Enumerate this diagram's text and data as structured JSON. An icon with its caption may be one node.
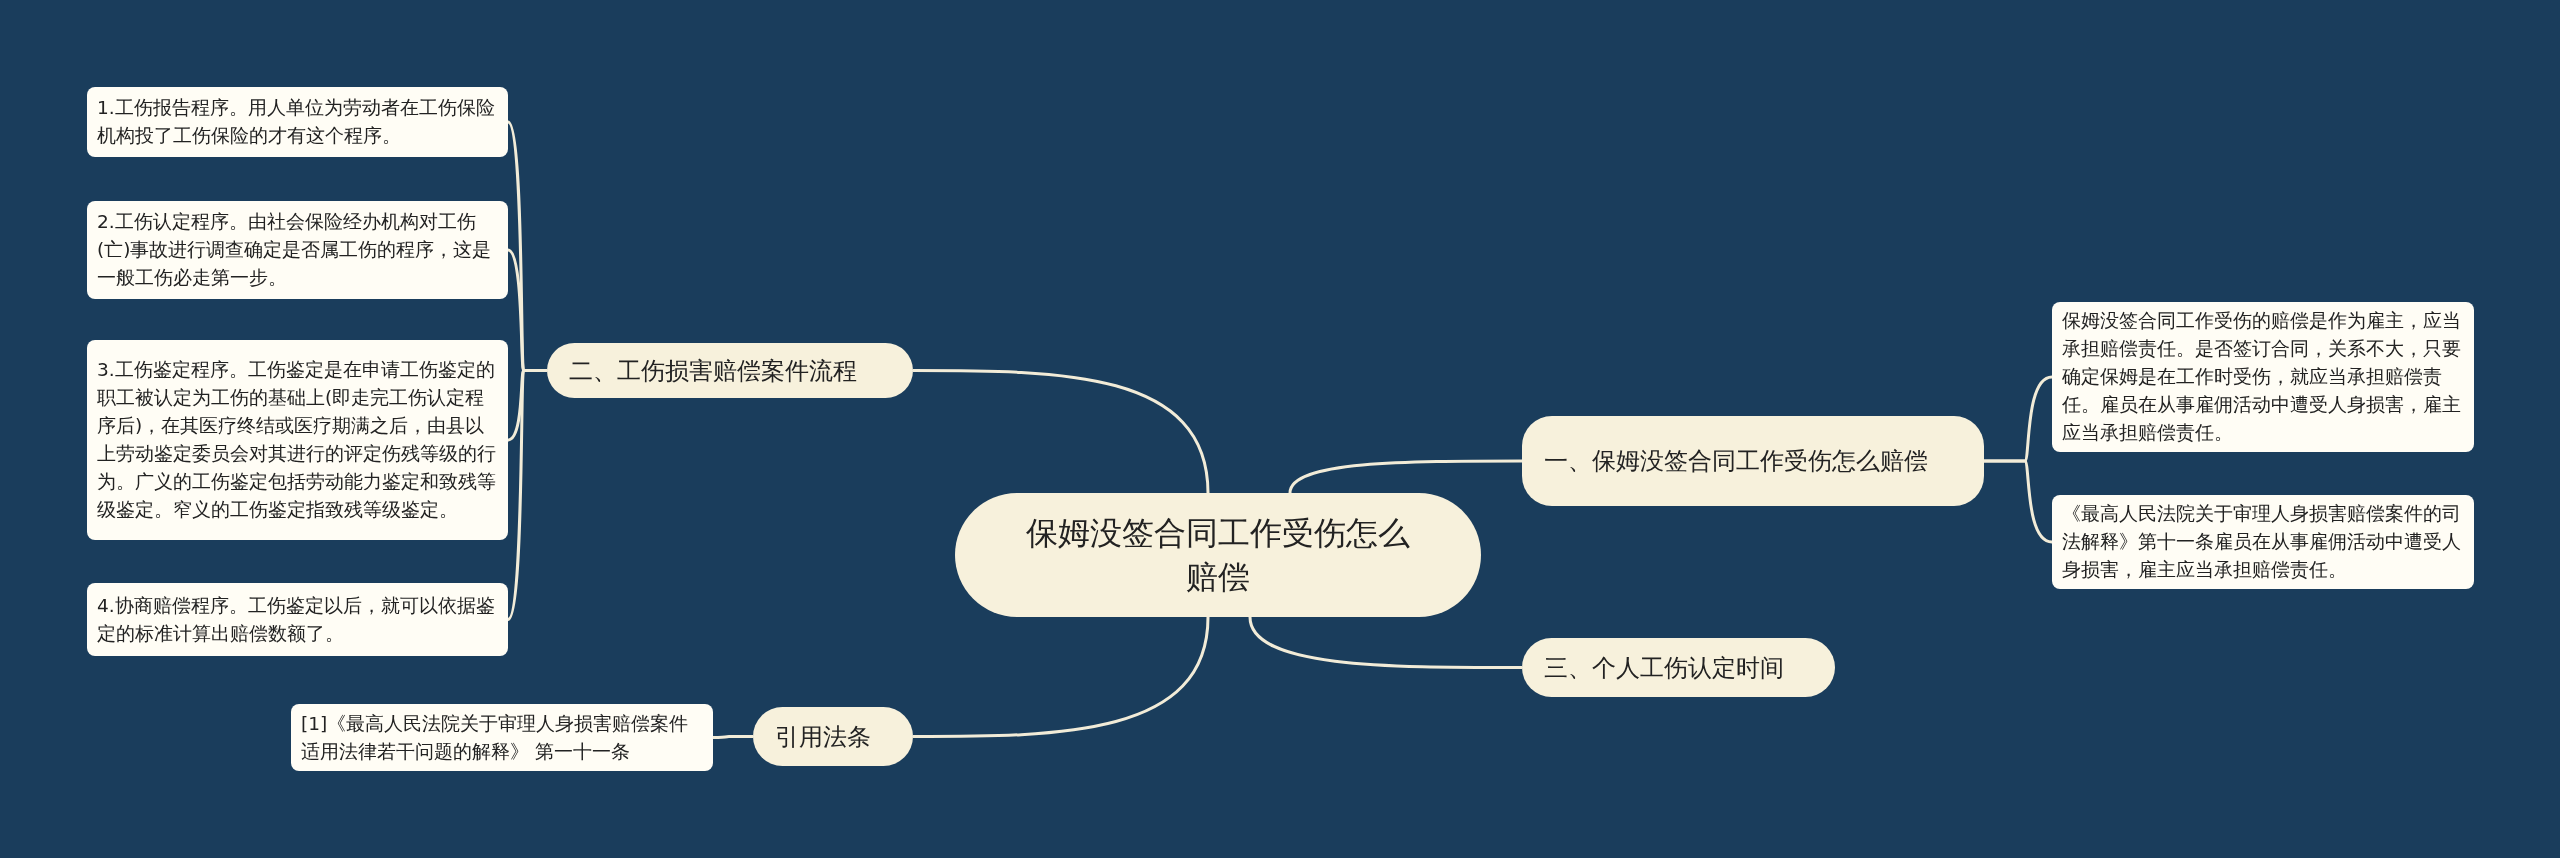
{
  "diagram": {
    "nodes": [
      {
        "text": [
          "保姆没签合同工作受伤怎么赔偿"
        ]
      },
      {
        "text": [
          "一、保姆没签合同工作受伤怎么赔偿"
        ]
      },
      {
        "text": [
          "保姆没签合同工作受伤的赔偿是作为雇主，应当承担赔偿责任。是否签订合同，关系不大，只要确定保姆是在工作时受伤，就应当承担赔偿责任。雇员在从事雇佣活动中遭受人身损害，雇主应当承担赔偿责任。"
        ]
      },
      {
        "text": [
          "《最高人民法院关于审理人身损害赔偿案件的司法解释》第十一条雇员在从事雇佣活动中遭受人身损害，雇主应当承担赔偿责任。"
        ]
      },
      {
        "text": [
          "三、个人工伤认定时间"
        ]
      },
      {
        "text": [
          "二、工伤损害赔偿案件流程"
        ]
      },
      {
        "text": [
          "1.工伤报告程序。用人单位为劳动者在工伤保险机构投了工伤保险的才有这个程序。"
        ]
      },
      {
        "text": [
          "2.工伤认定程序。由社会保险经办机构对工伤(亡)事故进行调查确定是否属工伤的程序，这是一般工伤必走第一步。"
        ]
      },
      {
        "text": [
          "3.工伤鉴定程序。工伤鉴定是在申请工伤鉴定的职工被认定为工伤的基础上(即走完工伤认定程序后)，在其医疗终结或医疗期满之后，由县以上劳动鉴定委员会对其进行的评定伤残等级的行为。广义的工伤鉴定包括劳动能力鉴定和致残等级鉴定。窄义的工伤鉴定指致残等级鉴定。"
        ]
      },
      {
        "text": [
          "4.协商赔偿程序。工伤鉴定以后，就可以依据鉴定的标准计算出赔偿数额了。"
        ]
      },
      {
        "text": [
          "引用法条"
        ]
      },
      {
        "text": [
          "[1]《最高人民法院关于审理人身损害赔偿案件适用法律若干问题的解释》 第一十一条"
        ]
      }
    ],
    "edges": [
      {
        "from": 0,
        "to": 1,
        "arrow": "none"
      },
      {
        "from": 1,
        "to": 2,
        "arrow": "none"
      },
      {
        "from": 1,
        "to": 3,
        "arrow": "none"
      },
      {
        "from": 0,
        "to": 4,
        "arrow": "none"
      },
      {
        "from": 0,
        "to": 5,
        "arrow": "none"
      },
      {
        "from": 5,
        "to": 6,
        "arrow": "none"
      },
      {
        "from": 5,
        "to": 7,
        "arrow": "none"
      },
      {
        "from": 5,
        "to": 8,
        "arrow": "none"
      },
      {
        "from": 5,
        "to": 9,
        "arrow": "none"
      },
      {
        "from": 0,
        "to": 10,
        "arrow": "none"
      },
      {
        "from": 10,
        "to": 11,
        "arrow": "none"
      }
    ]
  }
}
